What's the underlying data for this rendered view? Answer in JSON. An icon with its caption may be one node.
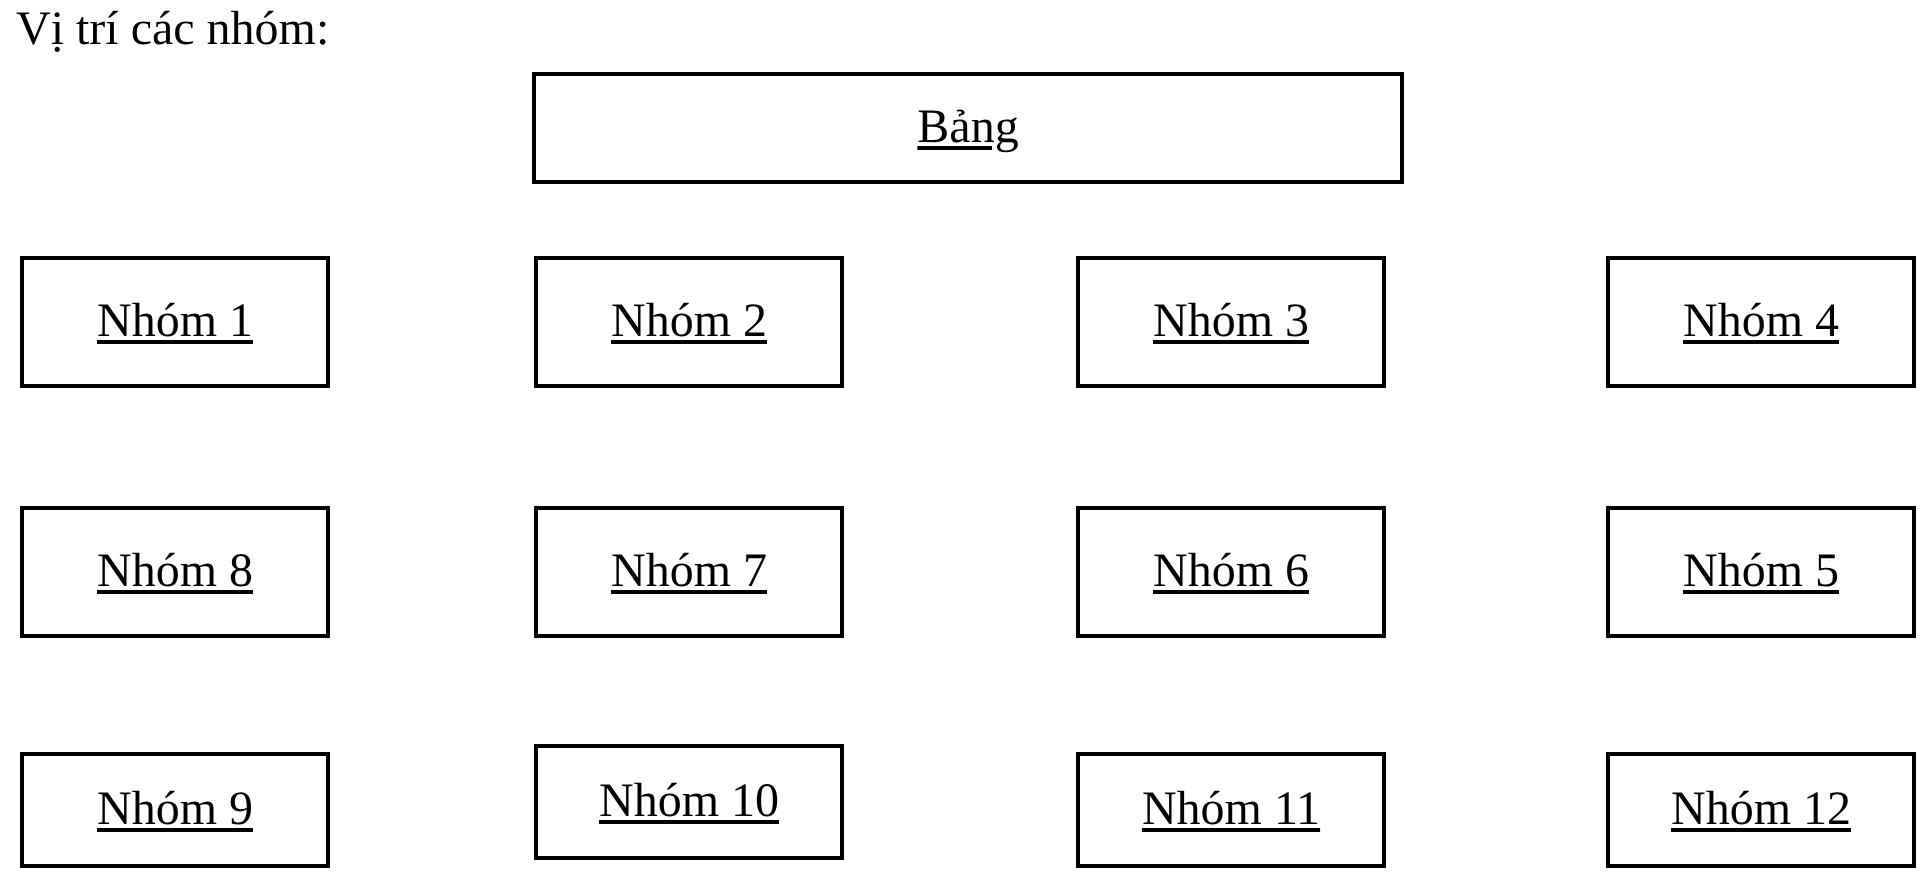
{
  "diagram": {
    "title": "Vị trí các nhóm:",
    "nodes": [
      {
        "text": [
          "Bảng"
        ]
      },
      {
        "text": [
          "Nhóm 1"
        ]
      },
      {
        "text": [
          "Nhóm 2"
        ]
      },
      {
        "text": [
          "Nhóm 3"
        ]
      },
      {
        "text": [
          "Nhóm 4"
        ]
      },
      {
        "text": [
          "Nhóm 8"
        ]
      },
      {
        "text": [
          "Nhóm 7"
        ]
      },
      {
        "text": [
          "Nhóm 6"
        ]
      },
      {
        "text": [
          "Nhóm 5"
        ]
      },
      {
        "text": [
          "Nhóm 9"
        ]
      },
      {
        "text": [
          "Nhóm 10"
        ]
      },
      {
        "text": [
          "Nhóm 11"
        ]
      },
      {
        "text": [
          "Nhóm 12"
        ]
      }
    ],
    "edges": []
  }
}
